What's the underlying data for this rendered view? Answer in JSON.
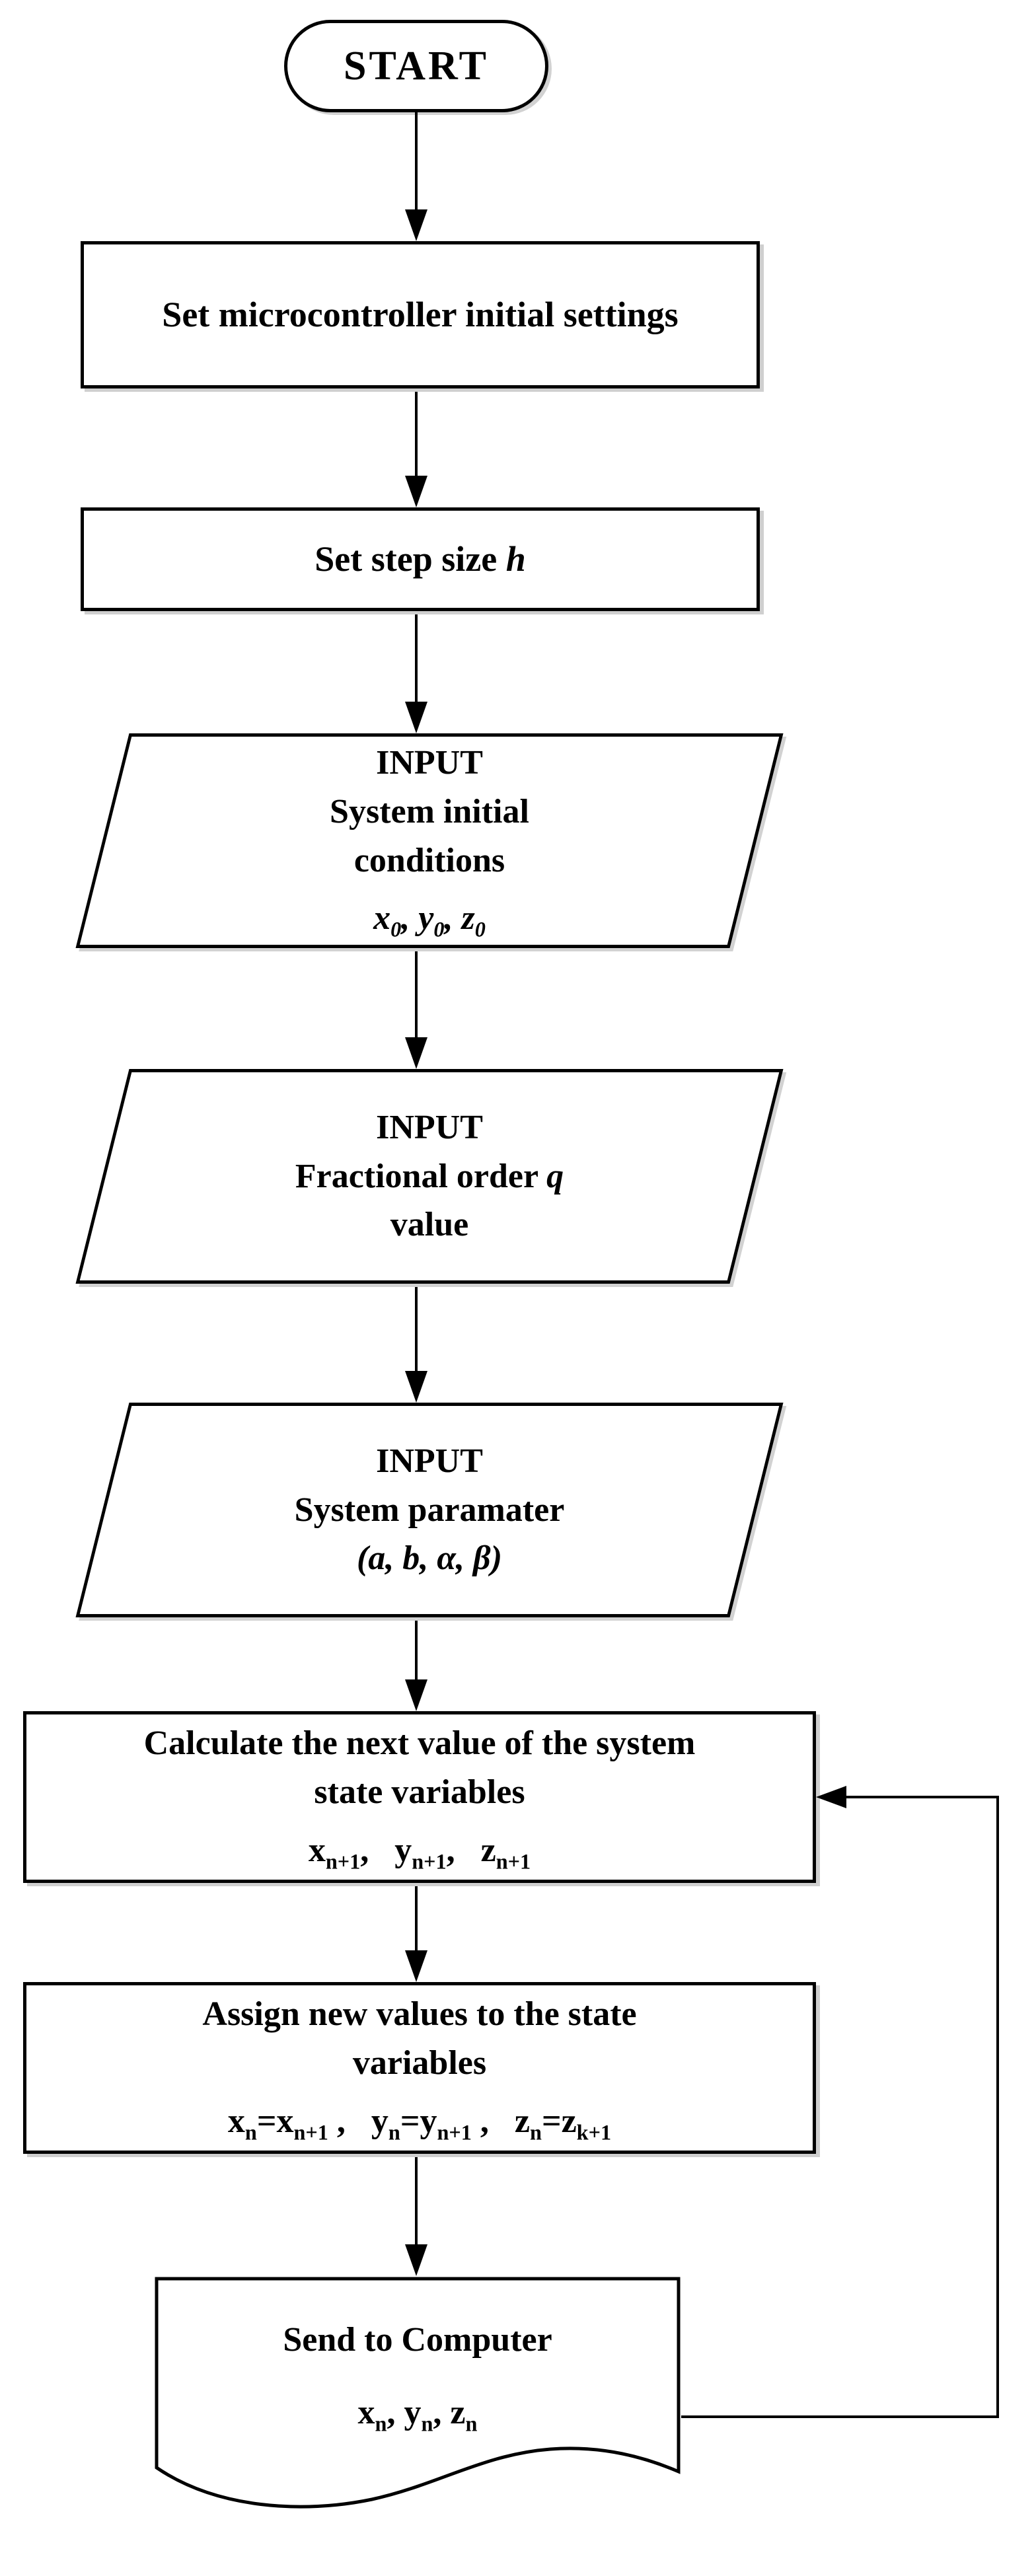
{
  "palette": {
    "ink": "#000000",
    "paper": "#ffffff",
    "shadow": "#d2d2d2"
  },
  "flowchart": {
    "start": {
      "label": "START"
    },
    "process_init": {
      "lines": [
        [
          {
            "t": "Set microcontroller initial settings"
          }
        ]
      ]
    },
    "process_step": {
      "lines": [
        [
          {
            "t": "Set step size "
          },
          {
            "t": "h",
            "i": true
          }
        ]
      ]
    },
    "io_conditions": {
      "lines": [
        [
          {
            "t": "INPUT"
          }
        ],
        [
          {
            "t": "System initial"
          }
        ],
        [
          {
            "t": "conditions"
          }
        ],
        [
          {
            "t": "x",
            "i": true
          },
          {
            "t": "0",
            "i": true,
            "sub": true
          },
          {
            "t": ", ",
            "i": true
          },
          {
            "t": "y",
            "i": true
          },
          {
            "t": "0",
            "i": true,
            "sub": true
          },
          {
            "t": ", ",
            "i": true
          },
          {
            "t": "z",
            "i": true
          },
          {
            "t": "0",
            "i": true,
            "sub": true
          }
        ]
      ]
    },
    "io_order": {
      "lines": [
        [
          {
            "t": "INPUT"
          }
        ],
        [
          {
            "t": "Fractional order "
          },
          {
            "t": "q",
            "i": true
          }
        ],
        [
          {
            "t": "value"
          }
        ]
      ]
    },
    "io_params": {
      "lines": [
        [
          {
            "t": "INPUT"
          }
        ],
        [
          {
            "t": "System paramater"
          }
        ],
        [
          {
            "t": "(a, b, α, β)",
            "i": true
          }
        ]
      ]
    },
    "process_calc": {
      "lines": [
        [
          {
            "t": "Calculate the next value of the system"
          }
        ],
        [
          {
            "t": "state variables"
          }
        ],
        [
          {
            "t": "x"
          },
          {
            "t": "n+1",
            "sub": true
          },
          {
            "t": ",   "
          },
          {
            "t": "y"
          },
          {
            "t": "n+1",
            "sub": true
          },
          {
            "t": ",   "
          },
          {
            "t": "z"
          },
          {
            "t": "n+1",
            "sub": true
          }
        ]
      ]
    },
    "process_assign": {
      "lines": [
        [
          {
            "t": "Assign new values to the state"
          }
        ],
        [
          {
            "t": "variables"
          }
        ],
        [
          {
            "t": "x"
          },
          {
            "t": "n",
            "sub": true
          },
          {
            "t": "="
          },
          {
            "t": "x"
          },
          {
            "t": "n+1",
            "sub": true
          },
          {
            "t": " ,   "
          },
          {
            "t": "y"
          },
          {
            "t": "n",
            "sub": true
          },
          {
            "t": "="
          },
          {
            "t": "y"
          },
          {
            "t": "n+1",
            "sub": true
          },
          {
            "t": " ,   "
          },
          {
            "t": "z"
          },
          {
            "t": "n",
            "sub": true
          },
          {
            "t": "="
          },
          {
            "t": "z"
          },
          {
            "t": "k+1",
            "sub": true
          }
        ]
      ]
    },
    "doc_send": {
      "lines": [
        [
          {
            "t": "Send to Computer"
          }
        ],
        [
          {
            "t": "x"
          },
          {
            "t": "n",
            "sub": true
          },
          {
            "t": ", "
          },
          {
            "t": "y"
          },
          {
            "t": "n",
            "sub": true
          },
          {
            "t": ", "
          },
          {
            "t": "z"
          },
          {
            "t": "n",
            "sub": true
          }
        ]
      ]
    }
  }
}
